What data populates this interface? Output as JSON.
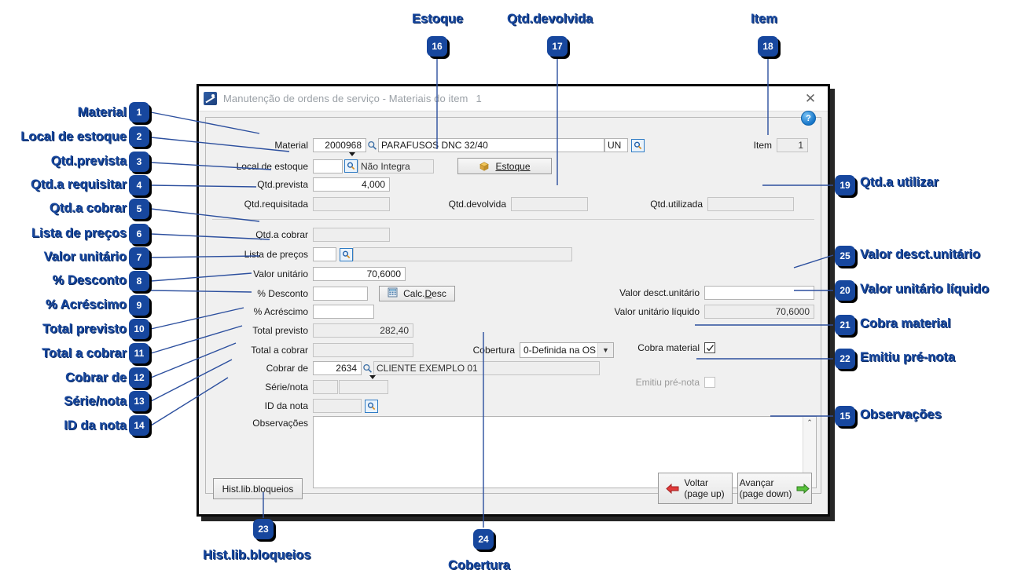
{
  "window": {
    "title": "Manutenção de ordens de serviço - Materiais do item",
    "title_number": "1",
    "icon": "app-chart-icon",
    "close_label": "✕",
    "help_label": "?"
  },
  "form": {
    "material": {
      "label": "Material",
      "code": "2000968",
      "description": "PARAFUSOS DNC 32/40",
      "unit": "UN"
    },
    "local_estoque": {
      "label": "Local de estoque",
      "code": "",
      "description": "Não Integra"
    },
    "estoque_button": {
      "label": "Estoque",
      "accel": "E"
    },
    "item": {
      "label": "Item",
      "value": "1"
    },
    "qtd_prevista": {
      "label": "Qtd.prevista",
      "value": "4,000"
    },
    "qtd_requisitada": {
      "label": "Qtd.requisitada",
      "value": ""
    },
    "qtd_devolvida": {
      "label": "Qtd.devolvida",
      "value": ""
    },
    "qtd_utilizada": {
      "label": "Qtd.utilizada",
      "value": ""
    },
    "qtd_a_cobrar": {
      "label": "Qtd.a cobrar",
      "value": ""
    },
    "lista_precos": {
      "label": "Lista de preços",
      "code": "",
      "description": ""
    },
    "valor_unitario": {
      "label": "Valor unitário",
      "value": "70,6000"
    },
    "pct_desconto": {
      "label": "% Desconto",
      "value": ""
    },
    "calc_desc_button": {
      "label": "Calc.Desc",
      "accel": "D"
    },
    "pct_acrescimo": {
      "label": "% Acréscimo",
      "value": ""
    },
    "total_previsto": {
      "label": "Total previsto",
      "value": "282,40"
    },
    "total_a_cobrar": {
      "label": "Total a cobrar",
      "value": ""
    },
    "cobrar_de": {
      "label": "Cobrar de",
      "code": "2634",
      "description": "CLIENTE EXEMPLO 01"
    },
    "serie_nota": {
      "label": "Série/nota",
      "serie": "",
      "nota": ""
    },
    "id_nota": {
      "label": "ID da nota",
      "value": ""
    },
    "observacoes": {
      "label": "Observações",
      "value": ""
    },
    "cobertura": {
      "label": "Cobertura",
      "selected": "0-Definida na OS"
    },
    "valor_desct_unitario": {
      "label": "Valor desct.unitário",
      "value": ""
    },
    "valor_unitario_liquido": {
      "label": "Valor unitário líquido",
      "value": "70,6000"
    },
    "cobra_material": {
      "label": "Cobra material",
      "checked": true
    },
    "emitiu_pre_nota": {
      "label": "Emitiu pré-nota",
      "checked": false
    }
  },
  "footer": {
    "hist_button": {
      "label": "Hist.lib.bloqueios",
      "accel": "H"
    },
    "voltar_button": {
      "line1": "Voltar",
      "line2": "(page up)",
      "accel": "V"
    },
    "avancar_button": {
      "line1": "Avançar",
      "line2": "(page down)",
      "accel": "A"
    }
  },
  "annotations": {
    "accent_color": "#17479E",
    "items": [
      {
        "n": "1",
        "label": "Material"
      },
      {
        "n": "2",
        "label": "Local de estoque"
      },
      {
        "n": "3",
        "label": "Qtd.prevista"
      },
      {
        "n": "4",
        "label": "Qtd.a requisitar"
      },
      {
        "n": "5",
        "label": "Qtd.a cobrar"
      },
      {
        "n": "6",
        "label": "Lista de preços"
      },
      {
        "n": "7",
        "label": "Valor unitário"
      },
      {
        "n": "8",
        "label": "% Desconto"
      },
      {
        "n": "9",
        "label": "% Acréscimo"
      },
      {
        "n": "10",
        "label": "Total previsto"
      },
      {
        "n": "11",
        "label": "Total a cobrar"
      },
      {
        "n": "12",
        "label": "Cobrar de"
      },
      {
        "n": "13",
        "label": "Série/nota"
      },
      {
        "n": "14",
        "label": "ID da nota"
      },
      {
        "n": "15",
        "label": "Observações"
      },
      {
        "n": "16",
        "label": "Estoque"
      },
      {
        "n": "17",
        "label": "Qtd.devolvida"
      },
      {
        "n": "18",
        "label": "Item"
      },
      {
        "n": "19",
        "label": "Qtd.a utilizar"
      },
      {
        "n": "20",
        "label": "Valor unitário líquido"
      },
      {
        "n": "21",
        "label": "Cobra material"
      },
      {
        "n": "22",
        "label": "Emitiu pré-nota"
      },
      {
        "n": "23",
        "label": "Hist.lib.bloqueios"
      },
      {
        "n": "24",
        "label": "Cobertura"
      },
      {
        "n": "25",
        "label": "Valor desct.unitário"
      }
    ]
  }
}
